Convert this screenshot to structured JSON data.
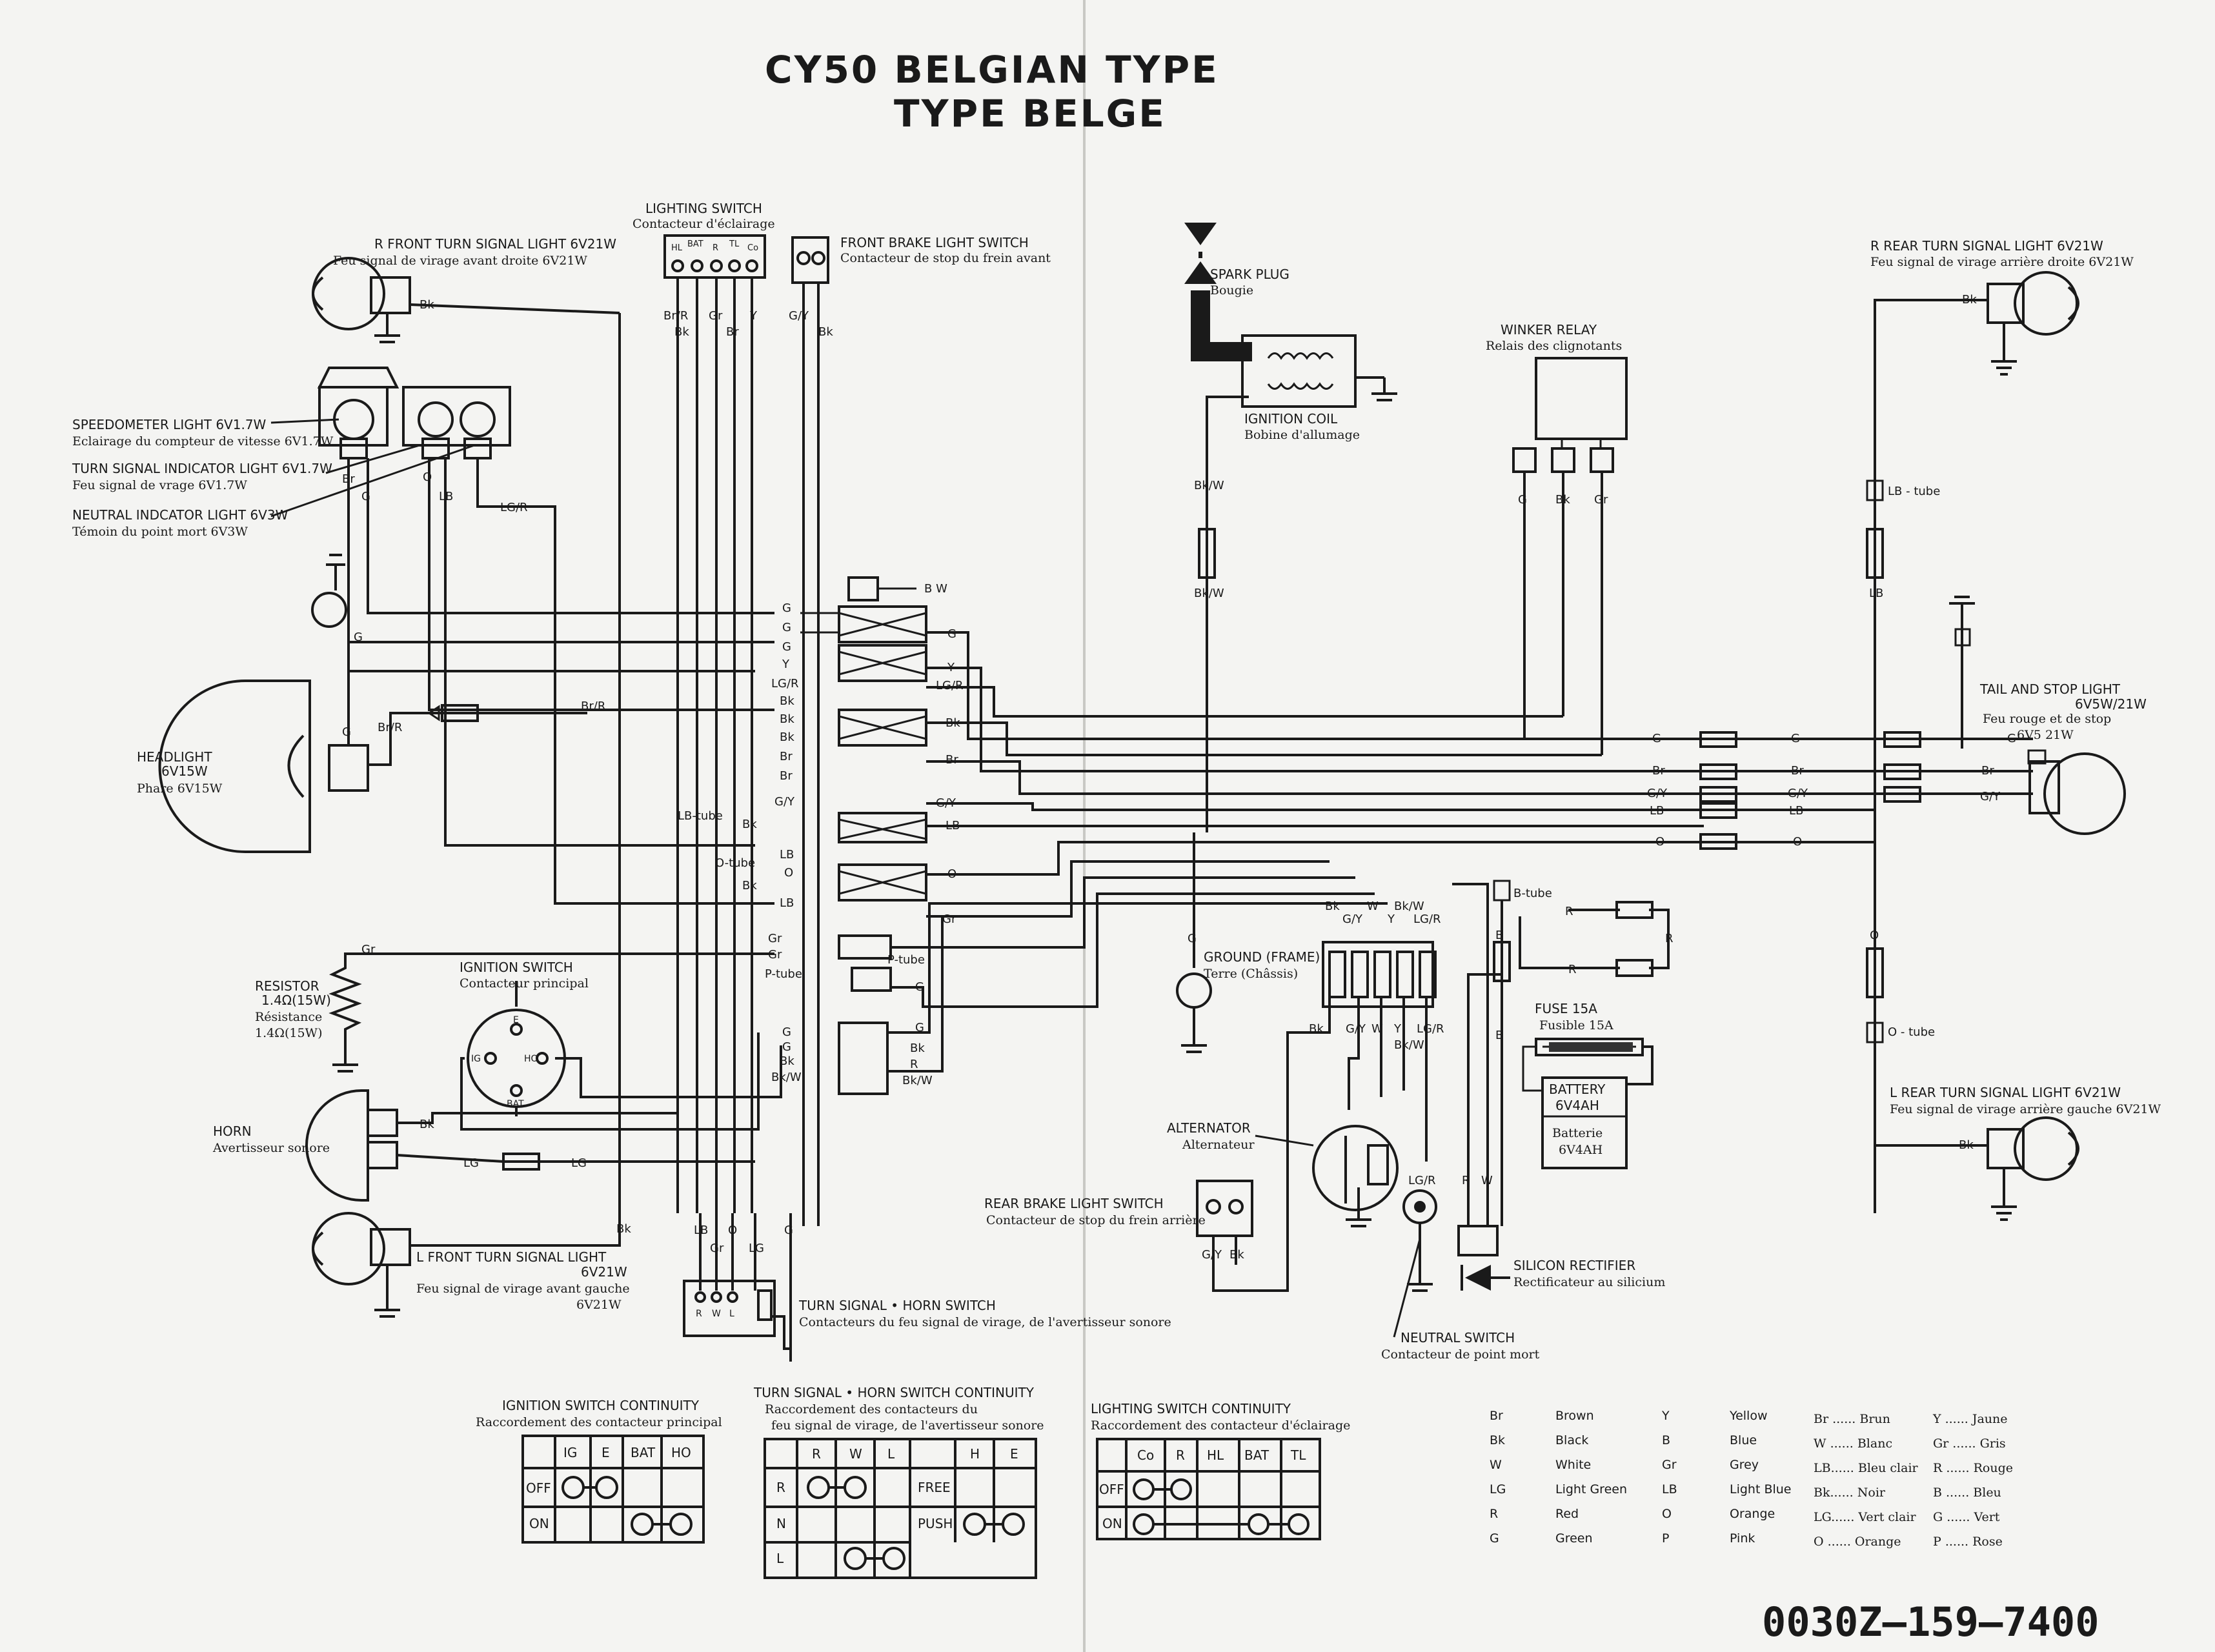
{
  "title": {
    "line1": "CY50  BELGIAN TYPE",
    "line2": "TYPE BELGE"
  },
  "components": {
    "front_turn_r": {
      "en": "R  FRONT TURN  SIGNAL  LIGHT  6V21W",
      "fr": "Feu signal de virage avant droite 6V21W"
    },
    "speedo": {
      "en": "SPEEDOMETER  LIGHT  6V1.7W",
      "fr": "Eclairage du compteur de vitesse  6V1.7W"
    },
    "turn_ind": {
      "en": "TURN  SIGNAL  INDICATOR  LIGHT  6V1.7W",
      "fr": "Feu signal de vrage  6V1.7W"
    },
    "neutral_ind": {
      "en": "NEUTRAL  INDCATOR  LIGHT  6V3W",
      "fr": "Témoin du point mort    6V3W"
    },
    "lighting_switch": {
      "en": "LIGHTING  SWITCH",
      "fr": "Contacteur d'éclairage"
    },
    "front_brake": {
      "en": "FRONT  BRAKE  LIGHT  SWITCH",
      "fr": "Contacteur de stop du frein avant"
    },
    "spark_plug": {
      "en": "SPARK  PLUG",
      "fr": "Bougie"
    },
    "ign_coil": {
      "en": "IGNITION  COIL",
      "fr": "Bobine d'allumage"
    },
    "winker": {
      "en": "WINKER  RELAY",
      "fr": "Relais des clignotants"
    },
    "rear_turn_r": {
      "en": "R  REAR  TURN  SIGNAL  LIGHT  6V21W",
      "fr": "Feu signal de virage arrière droite 6V21W"
    },
    "tail": {
      "en": "TAIL  AND  STOP  LIGHT",
      "spec": "6V5W/21W",
      "fr": "Feu rouge et de stop",
      "fr_spec": "6V5  21W"
    },
    "headlight": {
      "en": "HEADLIGHT",
      "spec": "6V15W",
      "fr": "Phare 6V15W"
    },
    "resistor": {
      "en": "RESISTOR",
      "spec": "1.4Ω(15W)",
      "fr": "Résistance",
      "fr_spec": "1.4Ω(15W)"
    },
    "ign_switch": {
      "en": "IGNITION  SWITCH",
      "fr": "Contacteur principal"
    },
    "horn": {
      "en": "HORN",
      "fr": "Avertisseur sonore"
    },
    "front_turn_l": {
      "en": "L  FRONT  TURN  SIGNAL  LIGHT",
      "spec": "6V21W",
      "fr": "Feu  signal  de virage avant gauche",
      "fr_spec": "6V21W"
    },
    "turn_horn_sw": {
      "en": "TURN  SIGNAL • HORN  SWITCH",
      "fr": "Contacteurs du feu signal de virage, de l'avertisseur sonore"
    },
    "ground": {
      "en": "GROUND (FRAME)",
      "fr": "Terre (Châssis)"
    },
    "alternator": {
      "en": "ALTERNATOR",
      "fr": "Alternateur"
    },
    "rear_brake": {
      "en": "REAR  BRAKE  LIGHT  SWITCH",
      "fr": "Contacteur de stop du frein arrière"
    },
    "neutral_sw": {
      "en": "NEUTRAL  SWITCH",
      "fr": "Contacteur de point mort"
    },
    "rectifier": {
      "en": "SILICON  RECTIFIER",
      "fr": "Rectificateur au silicium"
    },
    "fuse": {
      "en": "FUSE  15A",
      "fr": "Fusible  15A"
    },
    "battery": {
      "en": "BATTERY",
      "spec": "6V4AH",
      "fr": "Batterie",
      "fr_spec": "6V4AH"
    },
    "rear_turn_l": {
      "en": "L  REAR  TURN  SIGNAL  LIGHT  6V21W",
      "fr": "Feu signal de virage arrière gauche  6V21W"
    }
  },
  "switch_terms": {
    "hl": "HL",
    "bat": "BAT",
    "r": "R",
    "tl": "TL",
    "co": "Co",
    "ig": "IG",
    "e": "E",
    "ho": "HO",
    "l": "L",
    "w": "W"
  },
  "wires": {
    "bk": "Bk",
    "br": "Br",
    "br_r": "Br/R",
    "gr": "Gr",
    "y": "Y",
    "g": "G",
    "g_y": "G/Y",
    "lb": "LB",
    "lg_r": "LG/R",
    "o": "O",
    "lg": "LG",
    "r": "R",
    "w": "W",
    "bk_w": "Bk/W",
    "bw": "B W",
    "b": "B",
    "lb_tube": "LB-tube",
    "o_tube": "O-tube",
    "p_tube": "P-tube",
    "b_tube": "B-tube",
    "lbtube": "LB - tube",
    "otube": "O - tube"
  },
  "tables": {
    "ignition": {
      "title": "IGNITION  SWITCH  CONTINUITY",
      "sub": "Raccordement des contacteur principal",
      "cols": [
        "IG",
        "E",
        "BAT",
        "HO"
      ],
      "rows": [
        "OFF",
        "ON"
      ]
    },
    "turn": {
      "title": "TURN  SIGNAL • HORN  SWITCH  CONTINUITY",
      "sub1": "Raccordement des contacteurs du",
      "sub2": "feu signal de virage, de l'avertisseur sonore",
      "cols_a": [
        "R",
        "W",
        "L"
      ],
      "rows_a": [
        "R",
        "N",
        "L"
      ],
      "cols_b": [
        "H",
        "E"
      ],
      "rows_b": [
        "FREE",
        "PUSH"
      ]
    },
    "lighting": {
      "title": "LIGHTING  SWITCH  CONTINUITY",
      "sub": "Raccordement des contacteur d'éclairage",
      "cols": [
        "Co",
        "R",
        "HL",
        "BAT",
        "TL"
      ],
      "rows": [
        "OFF",
        "ON"
      ]
    }
  },
  "legend": {
    "en": [
      [
        "Br",
        "Brown"
      ],
      [
        "Bk",
        "Black"
      ],
      [
        "W",
        "White"
      ],
      [
        "LG",
        "Light  Green"
      ],
      [
        "R",
        "Red"
      ],
      [
        "G",
        "Green"
      ]
    ],
    "en2": [
      [
        "Y",
        "Yellow"
      ],
      [
        "B",
        "Blue"
      ],
      [
        "Gr",
        "Grey"
      ],
      [
        "LB",
        "Light  Blue"
      ],
      [
        "O",
        "Orange"
      ],
      [
        "P",
        "Pink"
      ]
    ],
    "fr": [
      "Br ...... Brun",
      "W ...... Blanc",
      "LB...... Bleu clair",
      "Bk...... Noir",
      "LG...... Vert clair",
      "O ...... Orange"
    ],
    "fr2": [
      "Y ...... Jaune",
      "Gr ...... Gris",
      "R ...... Rouge",
      "B ...... Bleu",
      "G ...... Vert",
      "P ...... Rose"
    ]
  },
  "part_number": "0030Z—159—7400"
}
